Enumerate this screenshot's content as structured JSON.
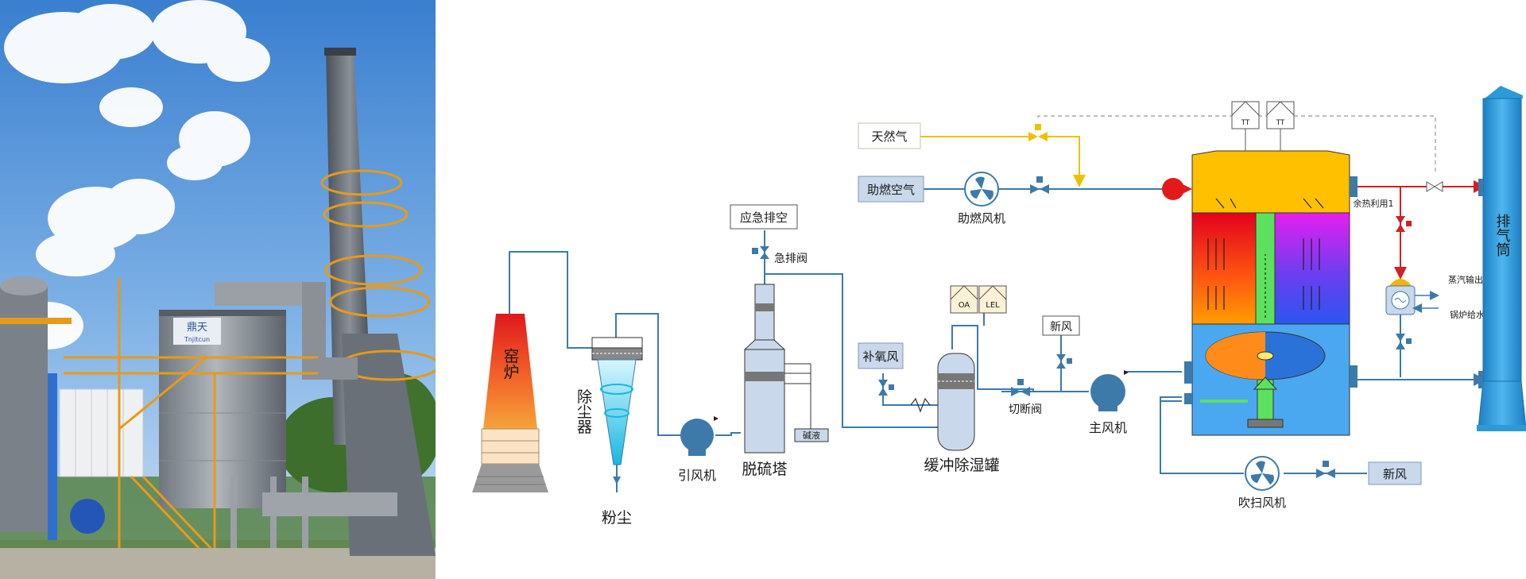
{
  "photo": {
    "logo_text": "鼎天",
    "logo_subtext": "Tnjitcun"
  },
  "diagram": {
    "kiln": "窑炉",
    "dust_collector": "除尘器",
    "dust": "粉尘",
    "induced_fan": "引风机",
    "desulfurization_tower": "脱硫塔",
    "alkali_liquid": "碱液",
    "emergency_vent": "应急排空",
    "emergency_valve": "急排阀",
    "natural_gas": "天然气",
    "combustion_air": "助燃空气",
    "combustion_fan": "助燃风机",
    "oxygen_supply": "补氧风",
    "buffer_tank": "缓冲除湿罐",
    "analyzer_oa": "OA",
    "analyzer_lel": "LEL",
    "fresh_air_1": "新风",
    "shutoff_valve": "切断阀",
    "main_fan": "主风机",
    "temp_1": "TT",
    "temp_2": "TT",
    "heat_recovery": "余热利用1",
    "steam_out": "蒸汽输出",
    "boiler_water": "锅炉给水",
    "exhaust_stack": "排气筒",
    "purge_fan": "吹扫风机",
    "fresh_air_2": "新风"
  },
  "colors": {
    "pipe": "#3d7aaa",
    "gas_line": "#f0c000",
    "heat_line": "#d42020",
    "stack": "#2a9ad8",
    "box_fill": "#c9d8ea"
  }
}
